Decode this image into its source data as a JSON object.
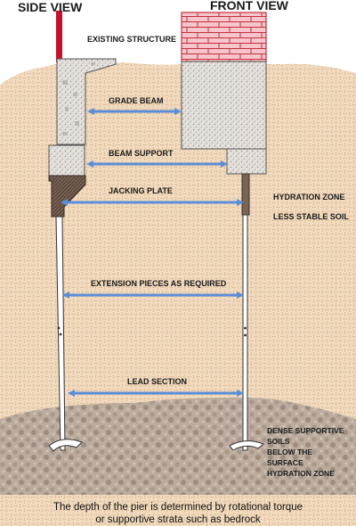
{
  "titles": {
    "side_view": "SIDE VIEW",
    "front_view": "FRONT VIEW"
  },
  "labels": {
    "existing_structure": "EXISTING STRUCTURE",
    "grade_beam": "GRADE BEAM",
    "beam_support": "BEAM SUPPORT",
    "jacking_plate": "JACKING PLATE",
    "hydration_zone": "HYDRATION ZONE",
    "less_stable_soil": "LESS STABLE SOIL",
    "extension_pieces": "EXTENSION PIECES AS REQUIRED",
    "lead_section": "LEAD SECTION",
    "dense_soils": [
      "DENSE SUPPORTIVE",
      "SOILS",
      "BELOW THE",
      "SURFACE",
      "HYDRATION ZONE"
    ]
  },
  "caption": [
    "The depth of the pier is determined by rotational torque",
    "or supportive strata such as bedrock"
  ],
  "colors": {
    "soil": "#f3ddc2",
    "soil_weave": "#e3c6a4",
    "dense_soil": "#b9aa9d",
    "concrete": "#e4e1dc",
    "brick": "#f7c6cc",
    "brick_line": "#c0303e",
    "arrow": "#5b8ed8",
    "jacking_plate": "#7a6457",
    "side_post": "#c8102e"
  }
}
